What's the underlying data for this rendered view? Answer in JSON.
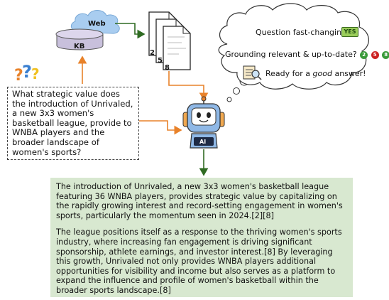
{
  "kb": {
    "web_label": "Web",
    "kb_label": "KB"
  },
  "documents": {
    "numbers": [
      "2",
      "5",
      "8"
    ]
  },
  "question": {
    "text": "What strategic value does the introduction of Unrivaled, a new 3x3 women's basketball league, provide to WNBA players and the broader landscape of women's sports?"
  },
  "thought": {
    "line1": "Question fast-changing?",
    "yes_badge": "YES",
    "line2": "Grounding relevant & up-to-date?",
    "line2_badges": [
      "2",
      "5",
      "8"
    ],
    "line3_prefix": "Ready for a ",
    "line3_emphasis": "good",
    "line3_suffix": " answer!"
  },
  "robot": {
    "label": "AI"
  },
  "answer": {
    "paragraph1": "The introduction of Unrivaled, a new 3x3 women's basketball league featuring 36 WNBA players, provides strategic value by capitalizing on the rapidly growing interest and record-setting engagement in women's sports, particularly the momentum seen in 2024.[2][8]",
    "paragraph2": "The league positions itself as a response to the thriving women's sports industry, where increasing fan engagement is driving significant sponsorship, athlete earnings, and investor interest.[8] By leveraging this growth, Unrivaled not only provides WNBA players additional opportunities for visibility and income but also serves as a platform to expand the influence and profile of women's basketball within the broader sports landscape.[8]"
  },
  "colors": {
    "answer_bg": "#d8e8d0",
    "orange_arrow": "#e8822a",
    "green_arrow": "#2f6b22",
    "cloud_blue": "#a9cdf0",
    "kb_fill": "#c8c0dc",
    "robot_blue": "#8fb8e6",
    "badge_green": "#3a9a3a",
    "badge_red": "#cc2222"
  },
  "icons": [
    "cloud-icon",
    "database-icon",
    "document-stack-icon",
    "question-marks-icon",
    "robot-icon",
    "thought-cloud-icon",
    "checklist-search-icon"
  ]
}
